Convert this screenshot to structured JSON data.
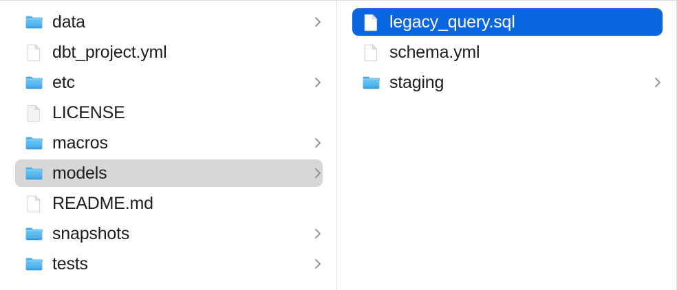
{
  "window": {
    "view_mode": "column",
    "background_color": "#ffffff",
    "divider_color": "#dcdcdc"
  },
  "theme": {
    "selection_active_color": "#0a66e0",
    "selection_inactive_color": "#d7d7d7",
    "text_color": "#1d1d1f",
    "selected_text_color": "#ffffff",
    "folder_icon_color": "#5cb3ef",
    "chevron_color": "#8a8a8e"
  },
  "columns": [
    {
      "name": "parent-column",
      "items": [
        {
          "label": "data",
          "kind": "folder",
          "icon": "folder-icon",
          "has_chevron": true,
          "selected": false,
          "selection_style": "none"
        },
        {
          "label": "dbt_project.yml",
          "kind": "file",
          "icon": "document-icon",
          "has_chevron": false,
          "selected": false,
          "selection_style": "none"
        },
        {
          "label": "etc",
          "kind": "folder",
          "icon": "folder-icon",
          "has_chevron": true,
          "selected": false,
          "selection_style": "none"
        },
        {
          "label": "LICENSE",
          "kind": "file",
          "icon": "blank-document-icon",
          "has_chevron": false,
          "selected": false,
          "selection_style": "none"
        },
        {
          "label": "macros",
          "kind": "folder",
          "icon": "folder-icon",
          "has_chevron": true,
          "selected": false,
          "selection_style": "none"
        },
        {
          "label": "models",
          "kind": "folder",
          "icon": "folder-icon",
          "has_chevron": true,
          "selected": true,
          "selection_style": "gray"
        },
        {
          "label": "README.md",
          "kind": "file",
          "icon": "document-icon",
          "has_chevron": false,
          "selected": false,
          "selection_style": "none"
        },
        {
          "label": "snapshots",
          "kind": "folder",
          "icon": "folder-icon",
          "has_chevron": true,
          "selected": false,
          "selection_style": "none"
        },
        {
          "label": "tests",
          "kind": "folder",
          "icon": "folder-icon",
          "has_chevron": true,
          "selected": false,
          "selection_style": "none"
        }
      ]
    },
    {
      "name": "child-column",
      "items": [
        {
          "label": "legacy_query.sql",
          "kind": "file",
          "icon": "document-icon",
          "has_chevron": false,
          "selected": true,
          "selection_style": "blue"
        },
        {
          "label": "schema.yml",
          "kind": "file",
          "icon": "document-icon",
          "has_chevron": false,
          "selected": false,
          "selection_style": "none"
        },
        {
          "label": "staging",
          "kind": "folder",
          "icon": "folder-icon",
          "has_chevron": true,
          "selected": false,
          "selection_style": "none"
        }
      ]
    }
  ]
}
